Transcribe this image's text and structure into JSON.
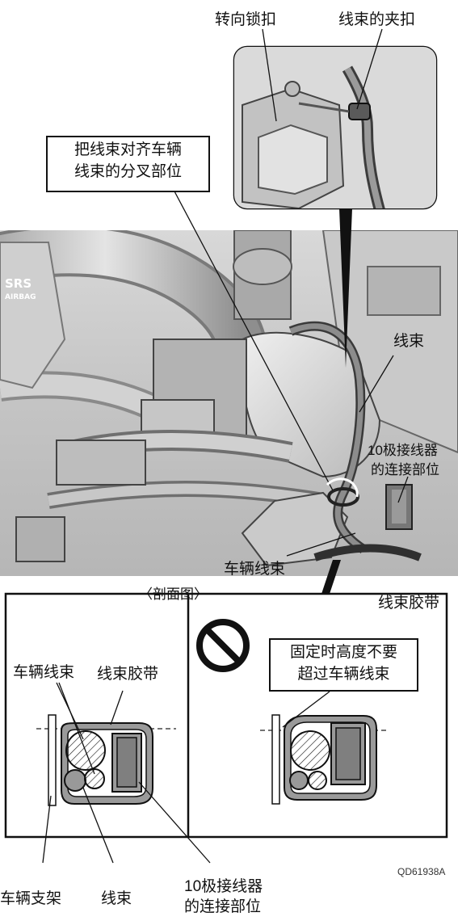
{
  "labels": {
    "steering_lock": "转向锁扣",
    "harness_clip": "线束的夹扣",
    "align_line1": "把线束对齐车辆",
    "align_line2": "线束的分叉部位",
    "harness": "线束",
    "connector_line1": "10极接线器",
    "connector_line2": "的连接部位",
    "vehicle_harness": "车辆线束",
    "section_view": "〈剖面图〉",
    "harness_tape": "线束胶带",
    "warn_line1": "固定时高度不要",
    "warn_line2": "超过车辆线束",
    "sec_vehicle_harness": "车辆线束",
    "sec_harness_tape": "线束胶带",
    "vehicle_bracket": "车辆支架",
    "bottom_harness": "线束",
    "bottom_connector_line1": "10极接线器",
    "bottom_connector_line2": "的连接部位",
    "figure_code": "QD61938A",
    "airbag_text1": "SRS",
    "airbag_text2": "AIRBAG"
  },
  "icons": {
    "prohibit": "prohibition-icon"
  }
}
